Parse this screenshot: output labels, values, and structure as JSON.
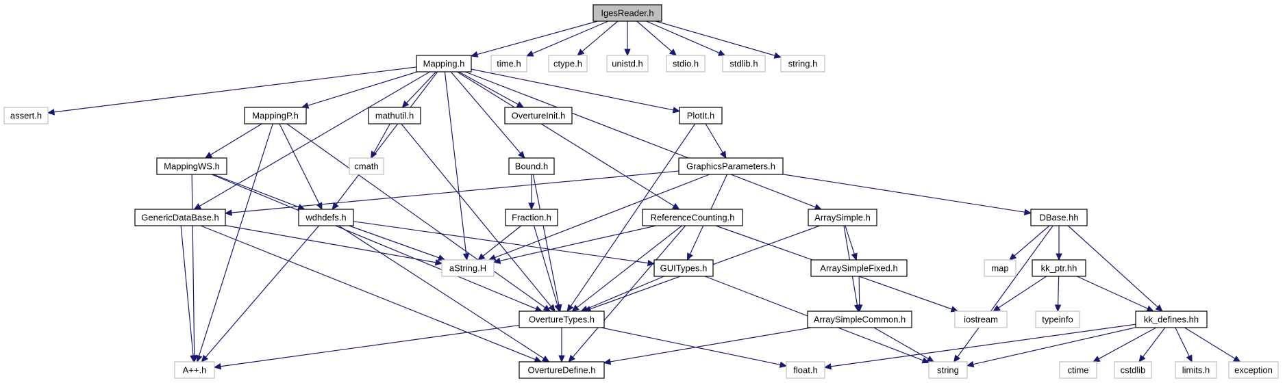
{
  "colors": {
    "edge": "#191970",
    "root_fill": "#bfbfbf",
    "documented_border": "#000000",
    "external_border": "#bfbfbf",
    "node_fill": "#ffffff"
  },
  "nodes": [
    {
      "id": "igesreader",
      "label": "IgesReader.h",
      "kind": "root"
    },
    {
      "id": "mapping",
      "label": "Mapping.h",
      "kind": "documented"
    },
    {
      "id": "time",
      "label": "time.h",
      "kind": "external"
    },
    {
      "id": "ctype",
      "label": "ctype.h",
      "kind": "external"
    },
    {
      "id": "unistd",
      "label": "unistd.h",
      "kind": "external"
    },
    {
      "id": "stdio",
      "label": "stdio.h",
      "kind": "external"
    },
    {
      "id": "stdlib",
      "label": "stdlib.h",
      "kind": "external"
    },
    {
      "id": "string_h",
      "label": "string.h",
      "kind": "external"
    },
    {
      "id": "assert",
      "label": "assert.h",
      "kind": "external"
    },
    {
      "id": "mappingp",
      "label": "MappingP.h",
      "kind": "documented"
    },
    {
      "id": "mathutil",
      "label": "mathutil.h",
      "kind": "documented"
    },
    {
      "id": "overtureinit",
      "label": "OvertureInit.h",
      "kind": "documented"
    },
    {
      "id": "plotit",
      "label": "PlotIt.h",
      "kind": "documented"
    },
    {
      "id": "mappingws",
      "label": "MappingWS.h",
      "kind": "documented"
    },
    {
      "id": "cmath",
      "label": "cmath",
      "kind": "external"
    },
    {
      "id": "bound",
      "label": "Bound.h",
      "kind": "documented"
    },
    {
      "id": "graphicsparameters",
      "label": "GraphicsParameters.h",
      "kind": "documented"
    },
    {
      "id": "genericdatabase",
      "label": "GenericDataBase.h",
      "kind": "documented"
    },
    {
      "id": "wdhdefs",
      "label": "wdhdefs.h",
      "kind": "documented"
    },
    {
      "id": "fraction",
      "label": "Fraction.h",
      "kind": "documented"
    },
    {
      "id": "referencecounting",
      "label": "ReferenceCounting.h",
      "kind": "documented"
    },
    {
      "id": "arraysimple",
      "label": "ArraySimple.h",
      "kind": "documented"
    },
    {
      "id": "dbase",
      "label": "DBase.hh",
      "kind": "documented"
    },
    {
      "id": "astring",
      "label": "aString.H",
      "kind": "external"
    },
    {
      "id": "guitypes",
      "label": "GUITypes.h",
      "kind": "documented"
    },
    {
      "id": "arraysimplefixed",
      "label": "ArraySimpleFixed.h",
      "kind": "documented"
    },
    {
      "id": "map",
      "label": "map",
      "kind": "external"
    },
    {
      "id": "kkptr",
      "label": "kk_ptr.hh",
      "kind": "documented"
    },
    {
      "id": "overturetypes",
      "label": "OvertureTypes.h",
      "kind": "documented"
    },
    {
      "id": "arraysimplecommon",
      "label": "ArraySimpleCommon.h",
      "kind": "documented"
    },
    {
      "id": "iostream",
      "label": "iostream",
      "kind": "external"
    },
    {
      "id": "typeinfo",
      "label": "typeinfo",
      "kind": "external"
    },
    {
      "id": "kkdefines",
      "label": "kk_defines.hh",
      "kind": "documented"
    },
    {
      "id": "aplusplus",
      "label": "A++.h",
      "kind": "external"
    },
    {
      "id": "overturedefine",
      "label": "OvertureDefine.h",
      "kind": "documented"
    },
    {
      "id": "float",
      "label": "float.h",
      "kind": "external"
    },
    {
      "id": "string_std",
      "label": "string",
      "kind": "external"
    },
    {
      "id": "ctime",
      "label": "ctime",
      "kind": "external"
    },
    {
      "id": "cstdlib",
      "label": "cstdlib",
      "kind": "external"
    },
    {
      "id": "limits",
      "label": "limits.h",
      "kind": "external"
    },
    {
      "id": "exception",
      "label": "exception",
      "kind": "external"
    }
  ],
  "edges": [
    [
      "igesreader",
      "mapping"
    ],
    [
      "igesreader",
      "time"
    ],
    [
      "igesreader",
      "ctype"
    ],
    [
      "igesreader",
      "unistd"
    ],
    [
      "igesreader",
      "stdio"
    ],
    [
      "igesreader",
      "stdlib"
    ],
    [
      "igesreader",
      "string_h"
    ],
    [
      "mapping",
      "assert"
    ],
    [
      "mapping",
      "mappingp"
    ],
    [
      "mapping",
      "mathutil"
    ],
    [
      "mapping",
      "overtureinit"
    ],
    [
      "mapping",
      "plotit"
    ],
    [
      "mapping",
      "bound"
    ],
    [
      "mapping",
      "genericdatabase"
    ],
    [
      "mapping",
      "wdhdefs"
    ],
    [
      "mapping",
      "astring"
    ],
    [
      "mapping",
      "referencecounting"
    ],
    [
      "mapping",
      "arraysimple"
    ],
    [
      "mappingp",
      "mappingws"
    ],
    [
      "mappingp",
      "wdhdefs"
    ],
    [
      "mappingp",
      "overturetypes"
    ],
    [
      "mappingp",
      "aplusplus"
    ],
    [
      "mappingws",
      "wdhdefs"
    ],
    [
      "mappingws",
      "overturetypes"
    ],
    [
      "mappingws",
      "aplusplus"
    ],
    [
      "mathutil",
      "cmath"
    ],
    [
      "mathutil",
      "overturetypes"
    ],
    [
      "plotit",
      "graphicsparameters"
    ],
    [
      "plotit",
      "overturetypes"
    ],
    [
      "graphicsparameters",
      "genericdatabase"
    ],
    [
      "graphicsparameters",
      "astring"
    ],
    [
      "graphicsparameters",
      "guitypes"
    ],
    [
      "graphicsparameters",
      "dbase"
    ],
    [
      "bound",
      "fraction"
    ],
    [
      "bound",
      "overturetypes"
    ],
    [
      "fraction",
      "astring"
    ],
    [
      "fraction",
      "overturetypes"
    ],
    [
      "genericdatabase",
      "astring"
    ],
    [
      "genericdatabase",
      "aplusplus"
    ],
    [
      "genericdatabase",
      "overturedefine"
    ],
    [
      "wdhdefs",
      "astring"
    ],
    [
      "wdhdefs",
      "guitypes"
    ],
    [
      "wdhdefs",
      "aplusplus"
    ],
    [
      "wdhdefs",
      "overturedefine"
    ],
    [
      "referencecounting",
      "astring"
    ],
    [
      "referencecounting",
      "overturetypes"
    ],
    [
      "referencecounting",
      "overturedefine"
    ],
    [
      "referencecounting",
      "iostream"
    ],
    [
      "arraysimple",
      "arraysimplefixed"
    ],
    [
      "arraysimple",
      "arraysimplecommon"
    ],
    [
      "arraysimple",
      "overturetypes"
    ],
    [
      "arraysimplefixed",
      "arraysimplecommon"
    ],
    [
      "arraysimplecommon",
      "overturedefine"
    ],
    [
      "arraysimplecommon",
      "string_std"
    ],
    [
      "guitypes",
      "overturetypes"
    ],
    [
      "guitypes",
      "string_std"
    ],
    [
      "overturetypes",
      "aplusplus"
    ],
    [
      "overturetypes",
      "overturedefine"
    ],
    [
      "overturetypes",
      "float"
    ],
    [
      "dbase",
      "map"
    ],
    [
      "dbase",
      "kkptr"
    ],
    [
      "dbase",
      "kkdefines"
    ],
    [
      "dbase",
      "string_std"
    ],
    [
      "kkptr",
      "iostream"
    ],
    [
      "kkptr",
      "typeinfo"
    ],
    [
      "kkptr",
      "kkdefines"
    ],
    [
      "kkdefines",
      "float"
    ],
    [
      "kkdefines",
      "string_std"
    ],
    [
      "kkdefines",
      "ctime"
    ],
    [
      "kkdefines",
      "cstdlib"
    ],
    [
      "kkdefines",
      "limits"
    ],
    [
      "kkdefines",
      "exception"
    ]
  ]
}
